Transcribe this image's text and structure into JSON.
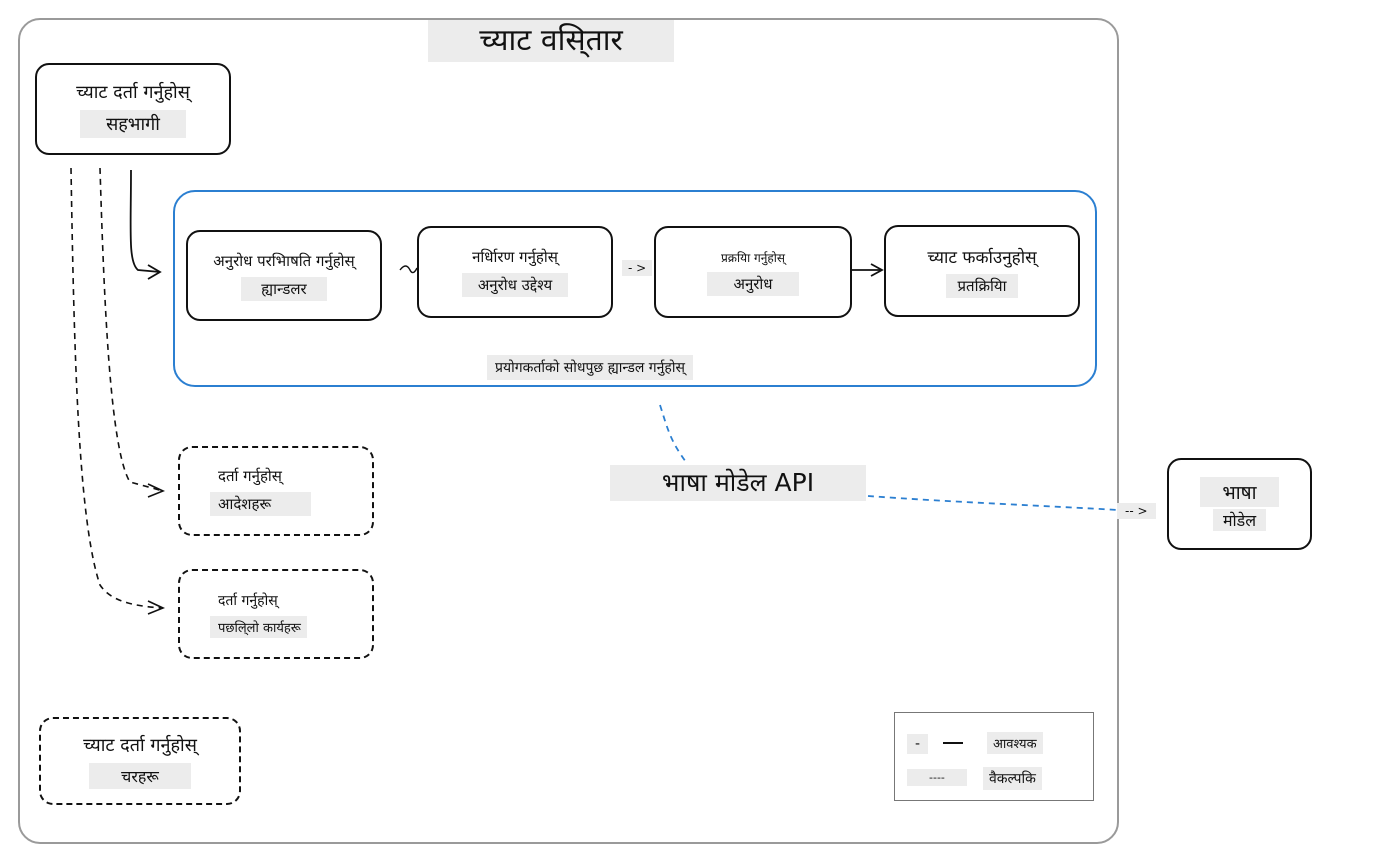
{
  "title": "च्याट वसि्तार",
  "participant": {
    "line1": "च्याट दर्ता गर्नुहोस्",
    "line2": "सहभागी"
  },
  "pipeline": {
    "step1": {
      "line1": "अनुरोध परभिाषति गर्नुहोस्",
      "line2": "ह्यान्डलर"
    },
    "step2": {
      "line1": "नर्धिारण गर्नुहोस्",
      "line2": "अनुरोध उद्देश्य"
    },
    "step3": {
      "line1": "प्रक्रयिा गर्नुहोस्",
      "line2": "अनुरोध"
    },
    "step4": {
      "line1": "च्याट फर्काउनुहोस्",
      "line2": "प्रतक्रियिा"
    },
    "caption": "प्रयोगकर्ताको सोधपुछ ह्यान्डल गर्नुहोस्",
    "connector_label": "- >"
  },
  "commands": {
    "line1": "दर्ता गर्नुहोस्",
    "line2": "आदेशहरू"
  },
  "followups": {
    "line1": "दर्ता गर्नुहोस्",
    "line2": "पछलि्लो कार्यहरू"
  },
  "variables": {
    "line1": "च्याट दर्ता गर्नुहोस्",
    "line2": "चरहरू"
  },
  "api_label": "भाषा मोडेल API",
  "api_arrow_label": "-- >",
  "model": {
    "line1": "भाषा",
    "line2": "मोडेल"
  },
  "legend": {
    "required_symbol": "-",
    "required_label": "आवश्यक",
    "optional_symbol": "----",
    "optional_label": "वैकल्पकि"
  },
  "colors": {
    "frame": "#9a9a9a",
    "pipeline_border": "#2b7fd1",
    "api_line": "#2b7fd1",
    "highlight": "#ececec",
    "ink": "#111111"
  }
}
